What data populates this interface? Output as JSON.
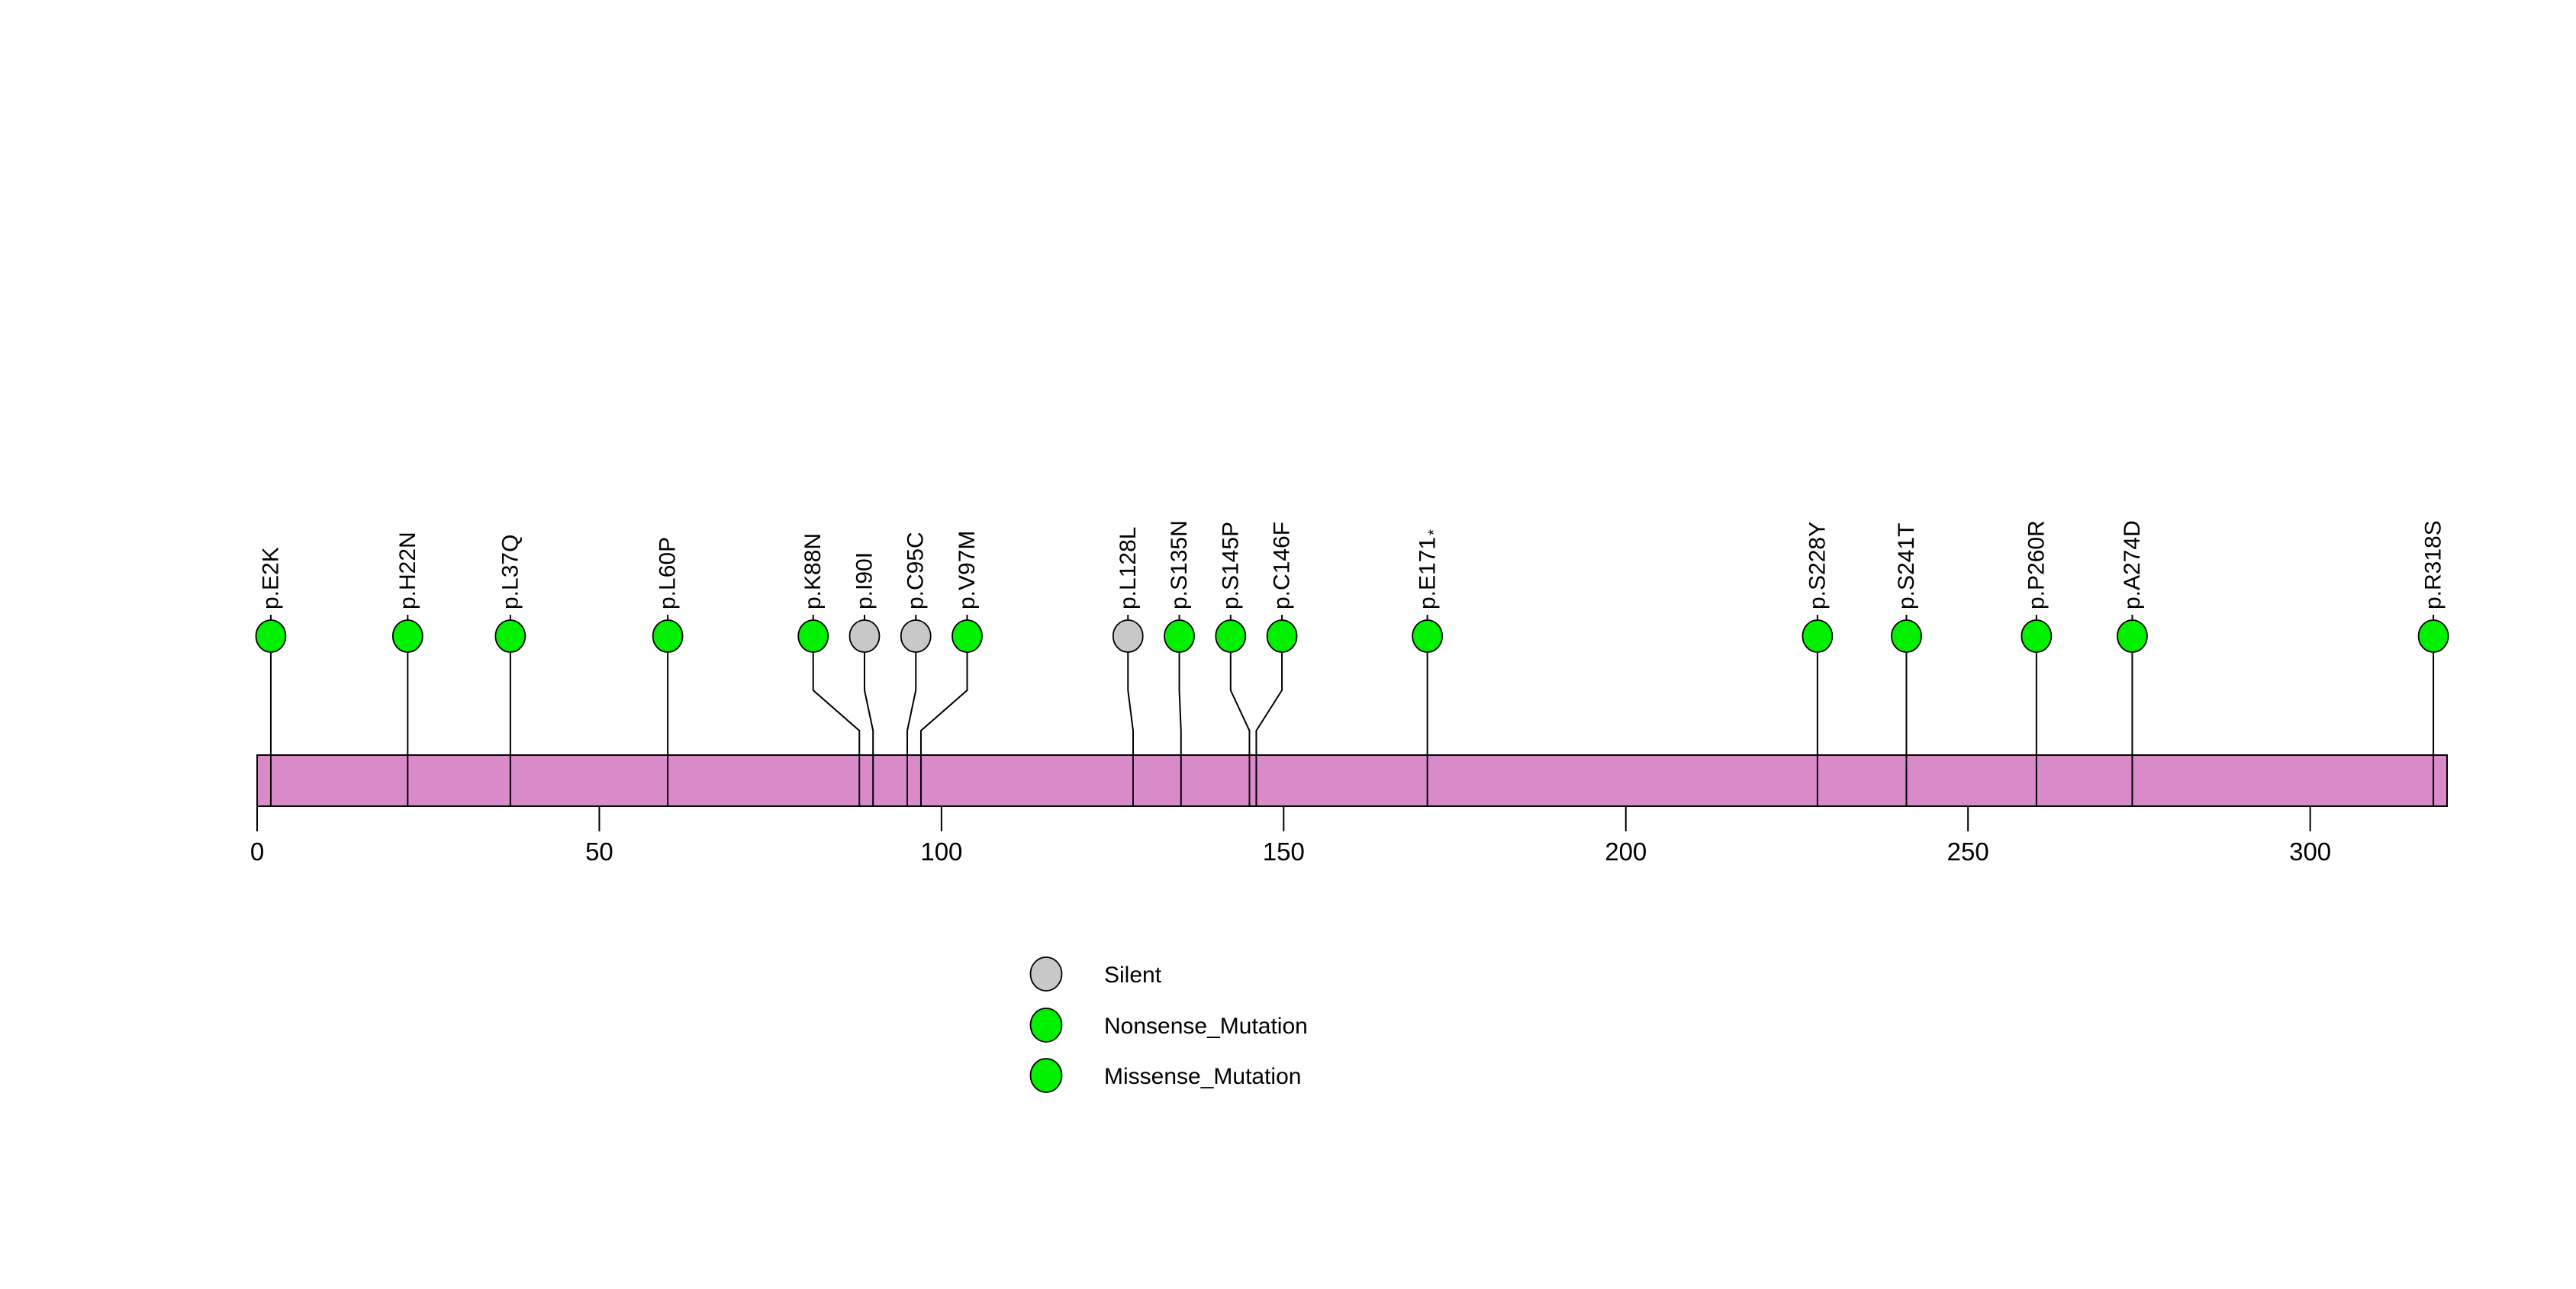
{
  "chart_data": {
    "type": "lollipop",
    "title": "",
    "xlabel": "",
    "ylabel": "",
    "grid": false,
    "xlim": [
      0,
      320
    ],
    "x_ticks": [
      0,
      50,
      100,
      150,
      200,
      250,
      300
    ],
    "protein_length": 320,
    "legend_position": "bottom-center-left",
    "mutations": [
      {
        "label": "p.E2K",
        "pos": 2,
        "label_pos": 2,
        "type": "Missense_Mutation"
      },
      {
        "label": "p.H22N",
        "pos": 22,
        "label_pos": 22,
        "type": "Missense_Mutation"
      },
      {
        "label": "p.L37Q",
        "pos": 37,
        "label_pos": 37,
        "type": "Missense_Mutation"
      },
      {
        "label": "p.L60P",
        "pos": 60,
        "label_pos": 60,
        "type": "Missense_Mutation"
      },
      {
        "label": "p.K88N",
        "pos": 88,
        "label_pos": 81.25,
        "type": "Missense_Mutation"
      },
      {
        "label": "p.I90I",
        "pos": 90,
        "label_pos": 88.75,
        "type": "Silent"
      },
      {
        "label": "p.C95C",
        "pos": 95,
        "label_pos": 96.25,
        "type": "Silent"
      },
      {
        "label": "p.V97M",
        "pos": 97,
        "label_pos": 103.75,
        "type": "Missense_Mutation"
      },
      {
        "label": "p.L128L",
        "pos": 128,
        "label_pos": 127.25,
        "type": "Silent"
      },
      {
        "label": "p.S135N",
        "pos": 135,
        "label_pos": 134.75,
        "type": "Missense_Mutation"
      },
      {
        "label": "p.S145P",
        "pos": 145,
        "label_pos": 142.25,
        "type": "Missense_Mutation"
      },
      {
        "label": "p.C146F",
        "pos": 146,
        "label_pos": 149.75,
        "type": "Missense_Mutation"
      },
      {
        "label": "p.E171*",
        "pos": 171,
        "label_pos": 171,
        "type": "Nonsense_Mutation"
      },
      {
        "label": "p.S228Y",
        "pos": 228,
        "label_pos": 228,
        "type": "Missense_Mutation"
      },
      {
        "label": "p.S241T",
        "pos": 241,
        "label_pos": 241,
        "type": "Missense_Mutation"
      },
      {
        "label": "p.P260R",
        "pos": 260,
        "label_pos": 260,
        "type": "Missense_Mutation"
      },
      {
        "label": "p.A274D",
        "pos": 274,
        "label_pos": 274,
        "type": "Missense_Mutation"
      },
      {
        "label": "p.R318S",
        "pos": 318,
        "label_pos": 318,
        "type": "Missense_Mutation"
      }
    ],
    "legend": [
      {
        "label": "Silent",
        "type": "Silent"
      },
      {
        "label": "Nonsense_Mutation",
        "type": "Nonsense_Mutation"
      },
      {
        "label": "Missense_Mutation",
        "type": "Missense_Mutation"
      }
    ],
    "colors": {
      "Silent": "#c8c8c8",
      "Nonsense_Mutation": "#00f000",
      "Missense_Mutation": "#00f000",
      "backbone": "#d88bc8",
      "backbone_border": "#000000",
      "stem": "#000000",
      "marker_outline": "#000000",
      "text": "#000000",
      "background": "#ffffff"
    }
  }
}
